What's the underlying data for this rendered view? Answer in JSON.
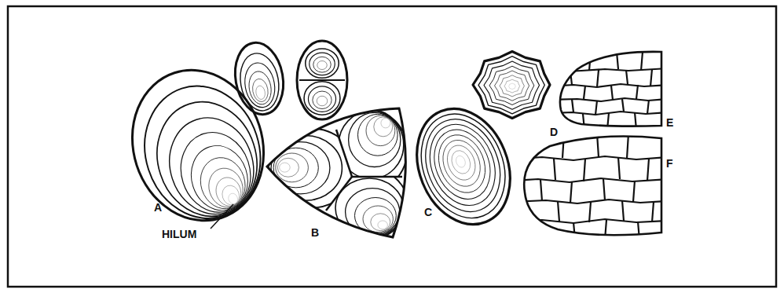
{
  "diagram": {
    "labels": [
      "A",
      "HILUM",
      "B",
      "C",
      "D",
      "E",
      "F"
    ]
  }
}
